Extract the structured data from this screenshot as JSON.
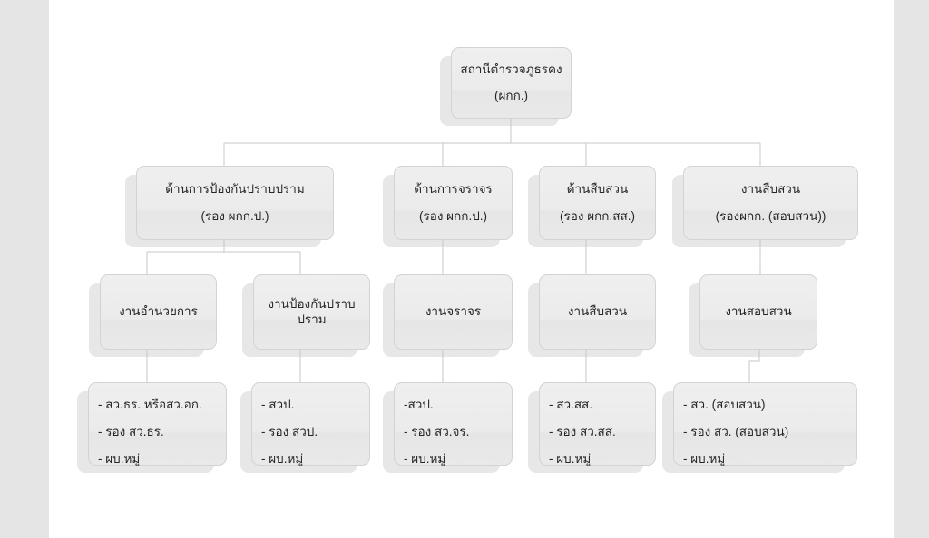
{
  "page": {
    "background": "#e5e5e5",
    "canvas_background": "#ffffff"
  },
  "colors": {
    "box_fill": "#ebebeb",
    "box_border": "#d3d3d3",
    "box_shadow": "#e7e7e7",
    "connector": "#c7c7c7",
    "text": "#262626"
  },
  "org_chart": {
    "type": "org-chart",
    "root": {
      "title": "สถานีตำรวจภูธรคง",
      "subtitle": "(ผกก.)"
    },
    "level2": [
      {
        "title": "ด้านการป้องกันปราบปราม",
        "subtitle": "(รอง ผกก.ป.)"
      },
      {
        "title": "ด้านการจราจร",
        "subtitle": "(รอง ผกก.ป.)"
      },
      {
        "title": "ด้านสืบสวน",
        "subtitle": "(รอง ผกก.สส.)"
      },
      {
        "title": "งานสืบสวน",
        "subtitle": "(รองผกก. (สอบสวน))"
      }
    ],
    "level3": [
      {
        "title": "งานอำนวยการ"
      },
      {
        "title": "งานป้องกันปราบปราม"
      },
      {
        "title": "งานจราจร"
      },
      {
        "title": "งานสืบสวน"
      },
      {
        "title": "งานสอบสวน"
      }
    ],
    "level4": [
      {
        "items": [
          "- สว.ธร. หรือสว.อก.",
          "- รอง สว.ธร.",
          "- ผบ.หมู่"
        ]
      },
      {
        "items": [
          "- สวป.",
          "- รอง สวป.",
          "- ผบ.หมู่"
        ]
      },
      {
        "items": [
          "-สวป.",
          "- รอง สว.จร.",
          "- ผบ.หมู่"
        ]
      },
      {
        "items": [
          "- สว.สส.",
          "- รอง สว.สส.",
          "- ผบ.หมู่"
        ]
      },
      {
        "items": [
          "- สว. (สอบสวน)",
          "- รอง สว. (สอบสวน)",
          "- ผบ.หมู่"
        ]
      }
    ]
  }
}
